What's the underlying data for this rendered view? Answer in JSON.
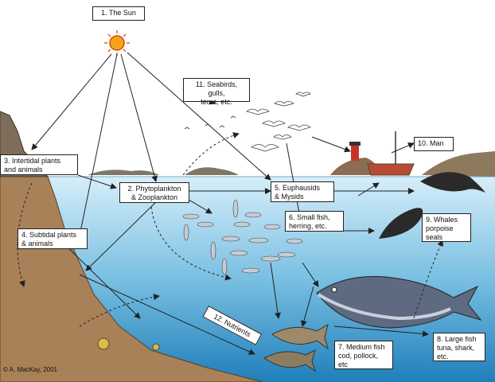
{
  "labels": {
    "sun": "1. The Sun",
    "plankton": "2. Phytoplankton\n& Zooplankton",
    "intertidal": "3. Intertidal plants\nand animals",
    "subtidal": "4. Subtidal plants\n& animals",
    "euphausids": "5. Euphausids\n& Mysids",
    "small_fish": "6. Small fish,\nherring, etc.",
    "medium_fish": "7. Medium fish\ncod, pollock,\netc",
    "large_fish": "8. Large fish\ntuna, shark,\netc.",
    "whales": "9. Whales\nporpoise\nseals",
    "man": "10. Man",
    "seabirds": "11. Seabirds, gulls,\nterns, etc.",
    "nutrients": "12. Nutrients"
  },
  "credit": "© A. MacKay, 2001",
  "colors": {
    "sky": "#ffffff",
    "water_top": "#c9e7f5",
    "water_bottom": "#1f82bd",
    "seabed": "#a57a4c",
    "sun": "#f7a21b",
    "arrow": "#222222"
  }
}
